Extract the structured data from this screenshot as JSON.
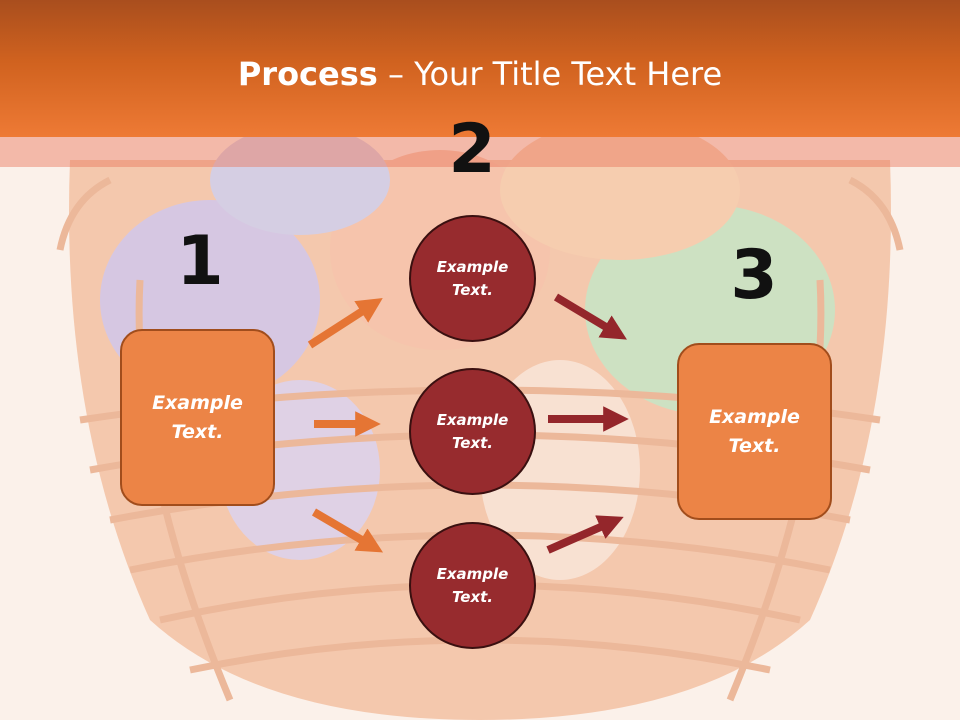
{
  "slide": {
    "title_bold": "Process",
    "title_rest": " – Your Title Text Here"
  },
  "steps": {
    "n1": "1",
    "n2": "2",
    "n3": "3"
  },
  "boxes": {
    "left": "Example Text.",
    "right": "Example Text."
  },
  "circles": {
    "top": "Example Text.",
    "middle": "Example Text.",
    "bottom": "Example Text."
  },
  "colors": {
    "header": "#e0712e",
    "box_fill": "#ec8446",
    "circle_fill": "#972b2e",
    "arrow_orange": "#e57534",
    "arrow_dark": "#94262b"
  }
}
